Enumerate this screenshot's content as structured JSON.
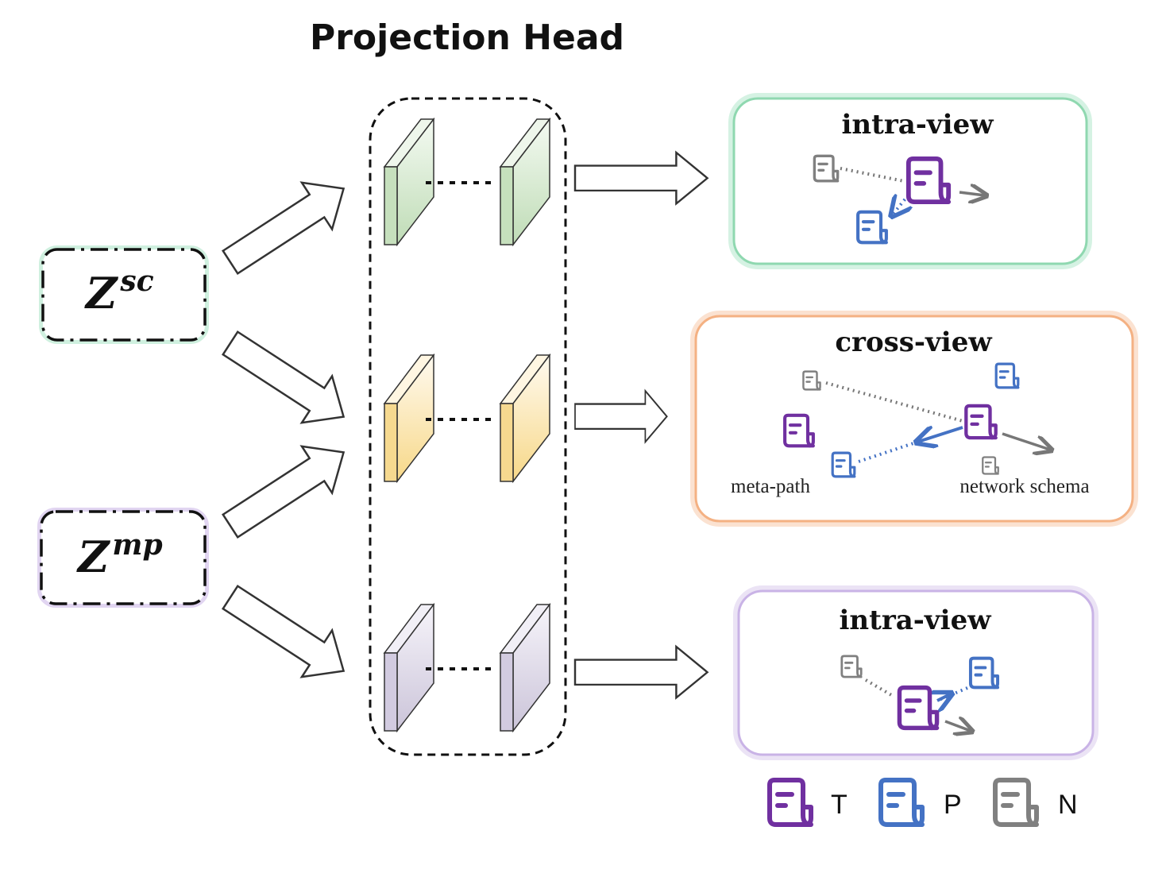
{
  "title": "Projection Head",
  "inputs": {
    "sc": {
      "base": "Z",
      "sup": "sc"
    },
    "mp": {
      "base": "Z",
      "sup": "mp"
    }
  },
  "views": {
    "top": {
      "title": "intra-view"
    },
    "middle": {
      "title": "cross-view",
      "left_label": "meta-path",
      "right_label": "network schema"
    },
    "bottom": {
      "title": "intra-view"
    }
  },
  "legend": [
    {
      "label": "T",
      "color": "#7030a0"
    },
    {
      "label": "P",
      "color": "#4472c4"
    },
    {
      "label": "N",
      "color": "#808080"
    }
  ],
  "colors": {
    "target": "#7030a0",
    "positive": "#4472c4",
    "negative": "#808080",
    "green_glow": "#8fd8b0",
    "orange_glow": "#f4b183",
    "purple_glow": "#c9b3e6",
    "layer_green": "#cfe6c8",
    "layer_yellow": "#fbe3a4",
    "layer_purple": "#d6d0e2"
  },
  "icons": {
    "node": "document-icon",
    "arrow": "block-arrow"
  }
}
